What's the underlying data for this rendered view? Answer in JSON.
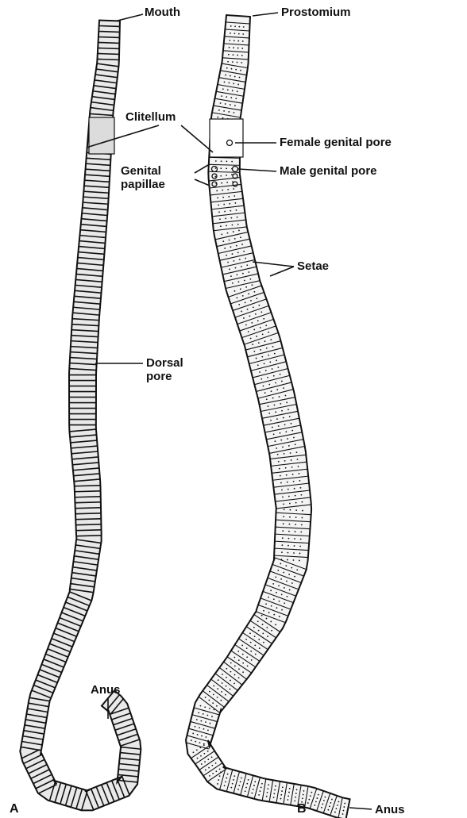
{
  "labels": {
    "mouth": "Mouth",
    "clitellum": "Clitellum",
    "genital_papillae_1": "Genital",
    "genital_papillae_2": "papillae",
    "dorsal_pore_1": "Dorsal",
    "dorsal_pore_2": "pore",
    "anus_a": "Anus",
    "prostomium": "Prostomium",
    "female_genital_pore": "Female genital pore",
    "male_genital_pore": "Male genital pore",
    "setae": "Setae",
    "anus_b": "Anus"
  },
  "panels": {
    "a": "A",
    "b": "B"
  },
  "colors": {
    "ink": "#111111",
    "body_a": "#e9e9e9",
    "body_b": "#f4f4f4"
  }
}
